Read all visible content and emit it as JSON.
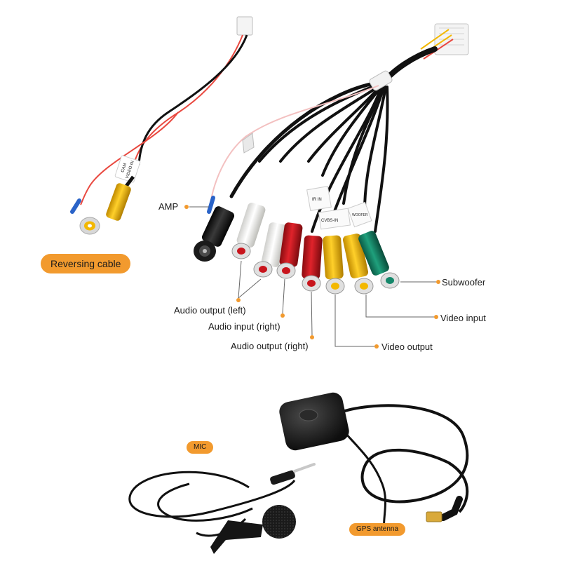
{
  "labels": {
    "reversing_cable": "Reversing cable",
    "amp": "AMP",
    "subwoofer": "Subwoofer",
    "video_input": "Video input",
    "video_output": "Video output",
    "audio_output_left": "Audio output (left)",
    "audio_input_right": "Audio input (right)",
    "audio_output_right": "Audio output (right)",
    "mic": "MIC",
    "gps_antenna": "GPS antenna"
  },
  "cable_tags": {
    "cam": "CAM",
    "video_in": "VIDEO IN",
    "ir_in": "IR IN",
    "cvbs_in": "CVBS-IN",
    "subwoofer_tag": "WOOFER"
  },
  "colors": {
    "accent_pill": "#f29a2e",
    "dot": "#f29a2e",
    "rca_white": "#f2f2ef",
    "rca_red": "#c8141c",
    "rca_yellow": "#f3b800",
    "rca_green": "#15876a",
    "cable_black": "#111111",
    "wire_red": "#e9483f",
    "amp_blue": "#2a63c8"
  }
}
